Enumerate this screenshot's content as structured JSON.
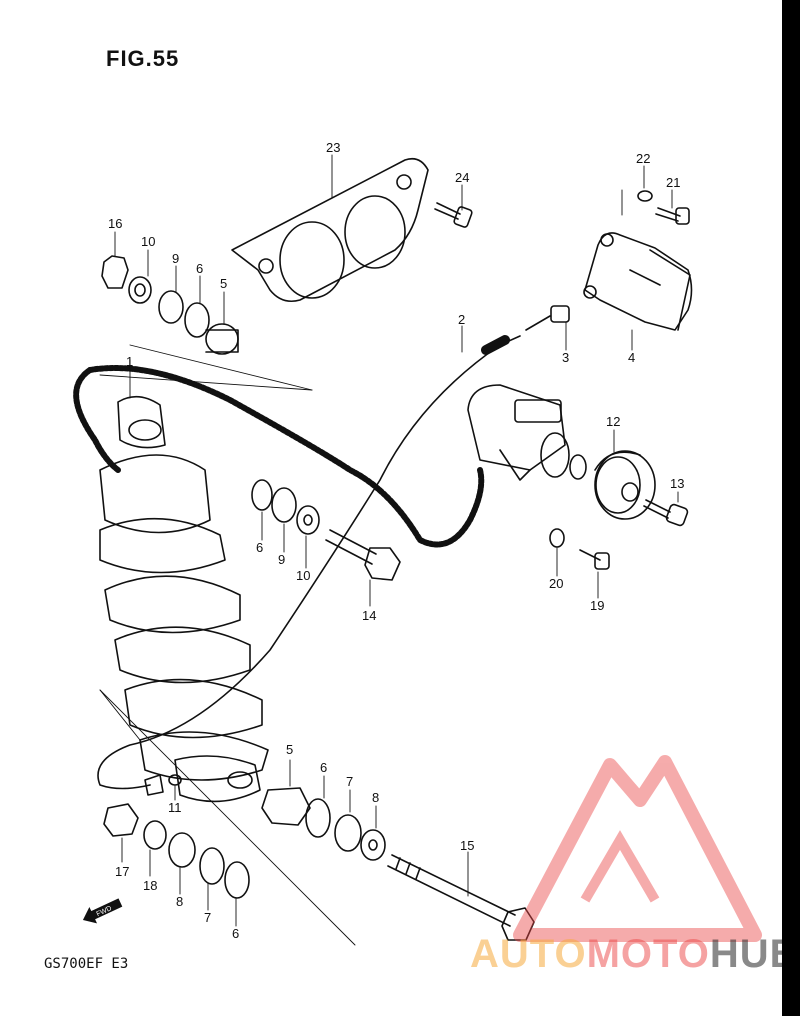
{
  "figure": {
    "title": "FIG.55",
    "model_code": "GS700EF  E3"
  },
  "callouts": [
    {
      "id": "c23",
      "text": "23"
    },
    {
      "id": "c24",
      "text": "24"
    },
    {
      "id": "c22",
      "text": "22"
    },
    {
      "id": "c21",
      "text": "21"
    },
    {
      "id": "c16",
      "text": "16"
    },
    {
      "id": "c10a",
      "text": "10"
    },
    {
      "id": "c9a",
      "text": "9"
    },
    {
      "id": "c6a",
      "text": "6"
    },
    {
      "id": "c5a",
      "text": "5"
    },
    {
      "id": "c2",
      "text": "2"
    },
    {
      "id": "c3",
      "text": "3"
    },
    {
      "id": "c4",
      "text": "4"
    },
    {
      "id": "c1",
      "text": "1"
    },
    {
      "id": "c12",
      "text": "12"
    },
    {
      "id": "c13",
      "text": "13"
    },
    {
      "id": "c6b",
      "text": "6"
    },
    {
      "id": "c9b",
      "text": "9"
    },
    {
      "id": "c10b",
      "text": "10"
    },
    {
      "id": "c14",
      "text": "14"
    },
    {
      "id": "c20",
      "text": "20"
    },
    {
      "id": "c19",
      "text": "19"
    },
    {
      "id": "c5b",
      "text": "5"
    },
    {
      "id": "c6c",
      "text": "6"
    },
    {
      "id": "c7a",
      "text": "7"
    },
    {
      "id": "c8a",
      "text": "8"
    },
    {
      "id": "c11",
      "text": "11"
    },
    {
      "id": "c17",
      "text": "17"
    },
    {
      "id": "c18",
      "text": "18"
    },
    {
      "id": "c8b",
      "text": "8"
    },
    {
      "id": "c7b",
      "text": "7"
    },
    {
      "id": "c6d",
      "text": "6"
    },
    {
      "id": "c15",
      "text": "15"
    }
  ],
  "fwd_label": "FWD",
  "watermark": {
    "part1": "AUTO",
    "part2": "MOTO",
    "part3": "HUB",
    "accent_color": "#f5aa3c",
    "brand_color": "#eb4646"
  }
}
